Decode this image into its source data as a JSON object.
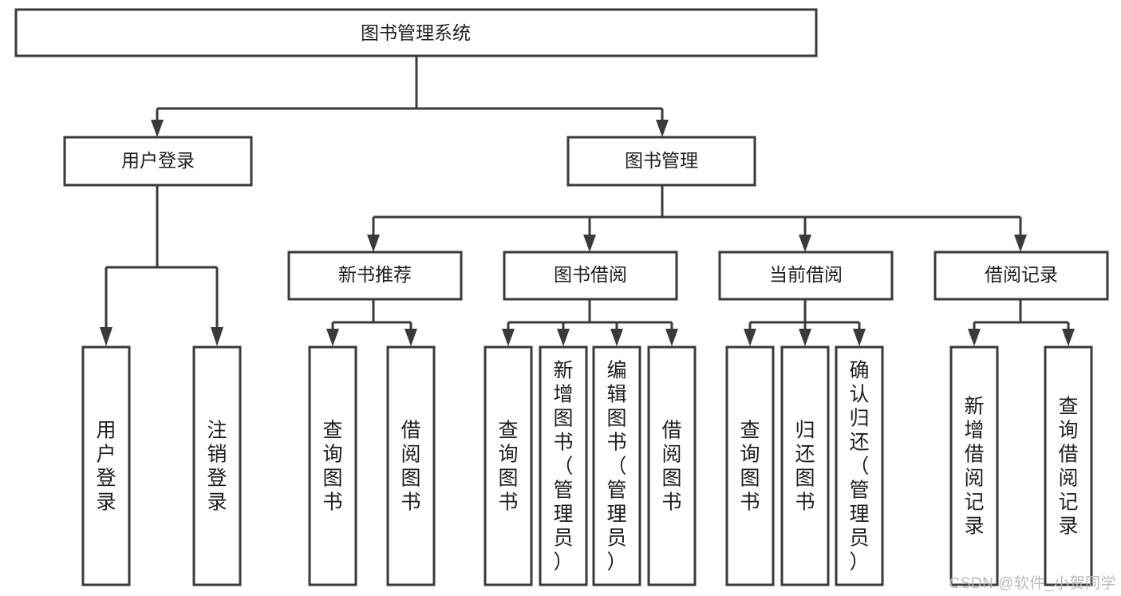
{
  "diagram": {
    "type": "tree-hierarchy",
    "title": "图书管理系统",
    "watermark": "CSDN @软件_小贺同学",
    "colors": {
      "box_stroke": "#3a3a3a",
      "box_fill": "#ffffff",
      "text": "#1d1d1d",
      "background": "#ffffff",
      "watermark": "#b9b9b9"
    },
    "root": {
      "label": "图书管理系统",
      "children": [
        {
          "label": "用户登录",
          "children": [
            {
              "label": "用户登录"
            },
            {
              "label": "注销登录"
            }
          ]
        },
        {
          "label": "图书管理",
          "children": [
            {
              "label": "新书推荐",
              "children": [
                {
                  "label": "查询图书"
                },
                {
                  "label": "借阅图书"
                }
              ]
            },
            {
              "label": "图书借阅",
              "children": [
                {
                  "label": "查询图书"
                },
                {
                  "label": "新增图书（管理员）"
                },
                {
                  "label": "编辑图书（管理员）"
                },
                {
                  "label": "借阅图书"
                }
              ]
            },
            {
              "label": "当前借阅",
              "children": [
                {
                  "label": "查询图书"
                },
                {
                  "label": "归还图书"
                },
                {
                  "label": "确认归还（管理员）"
                }
              ]
            },
            {
              "label": "借阅记录",
              "children": [
                {
                  "label": "新增借阅记录"
                },
                {
                  "label": "查询借阅记录"
                }
              ]
            }
          ]
        }
      ]
    },
    "nodes": {
      "root": {
        "label": "图书管理系统"
      },
      "l1_user_login": {
        "label": "用户登录"
      },
      "l1_book_manage": {
        "label": "图书管理"
      },
      "l2_new_book": {
        "label": "新书推荐"
      },
      "l2_borrow": {
        "label": "图书借阅"
      },
      "l2_current": {
        "label": "当前借阅"
      },
      "l2_record": {
        "label": "借阅记录"
      },
      "l3_user_login": {
        "label": "用户登录"
      },
      "l3_logout": {
        "label": "注销登录"
      },
      "l3_nb_query": {
        "label": "查询图书"
      },
      "l3_nb_borrow": {
        "label": "借阅图书"
      },
      "l3_bb_query": {
        "label": "查询图书"
      },
      "l3_bb_add": {
        "label": "新增图书（管理员）"
      },
      "l3_bb_edit": {
        "label": "编辑图书（管理员）"
      },
      "l3_bb_borrow": {
        "label": "借阅图书"
      },
      "l3_cb_query": {
        "label": "查询图书"
      },
      "l3_cb_return": {
        "label": "归还图书"
      },
      "l3_cb_confirm": {
        "label": "确认归还（管理员）"
      },
      "l3_rec_add": {
        "label": "新增借阅记录"
      },
      "l3_rec_query": {
        "label": "查询借阅记录"
      }
    }
  }
}
